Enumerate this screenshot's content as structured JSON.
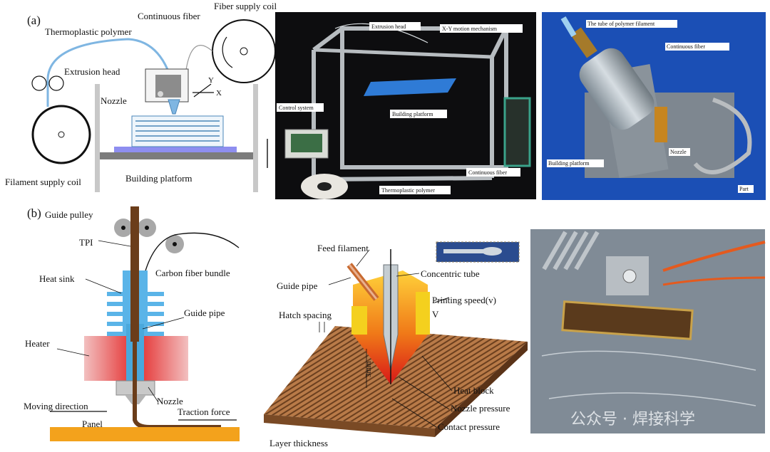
{
  "panel_a": {
    "tag": "(a)",
    "schematic": {
      "thermoplastic_polymer": "Thermoplastic polymer",
      "continuous_fiber": "Continuous fiber",
      "fiber_supply_coil": "Fiber supply coil",
      "extrusion_head": "Extrusion head",
      "axis_y": "Y",
      "axis_x": "X",
      "nozzle": "Nozzle",
      "building_platform": "Building platform",
      "filament_supply_coil": "Filament supply coil"
    },
    "photo1": {
      "extrusion_head": "Extrusion head",
      "xy_motion": "X-Y motion mechanism",
      "control_system": "Control system",
      "building_platform": "Building platform",
      "continuous_fiber": "Continuous fiber",
      "thermoplastic_polymer": "Thermoplastic polymer"
    },
    "photo2": {
      "tube": "The tube of polymer filament",
      "continuous_fiber": "Continuous fiber",
      "building_platform": "Building platform",
      "nozzle": "Nozzle",
      "part": "Part"
    }
  },
  "panel_b": {
    "tag": "(b)",
    "schematic": {
      "guide_pulley": "Guide pulley",
      "tpi": "TPI",
      "carbon_fiber_bundle": "Carbon fiber bundle",
      "heat_sink": "Heat sink",
      "guide_pipe": "Guide pipe",
      "heater": "Heater",
      "nozzle": "Nozzle",
      "moving_direction": "Moving direction",
      "traction_force": "Traction force",
      "panel": "Panel"
    },
    "process": {
      "feed_filament": "Feed filament",
      "guide_pipe": "Guide pipe",
      "concentric_tube": "Concentric tube",
      "printing_speed": "Printing speed(v)",
      "v": "V",
      "hatch_spacing": "Hatch spacing",
      "heat_block": "Heat block",
      "nozzle_pressure": "Nozzle pressure",
      "contact_pressure": "Contact pressure",
      "layer_thickness": "Layer thickness",
      "dim": "3mm"
    }
  },
  "watermark": "公众号 · 焊接科学"
}
